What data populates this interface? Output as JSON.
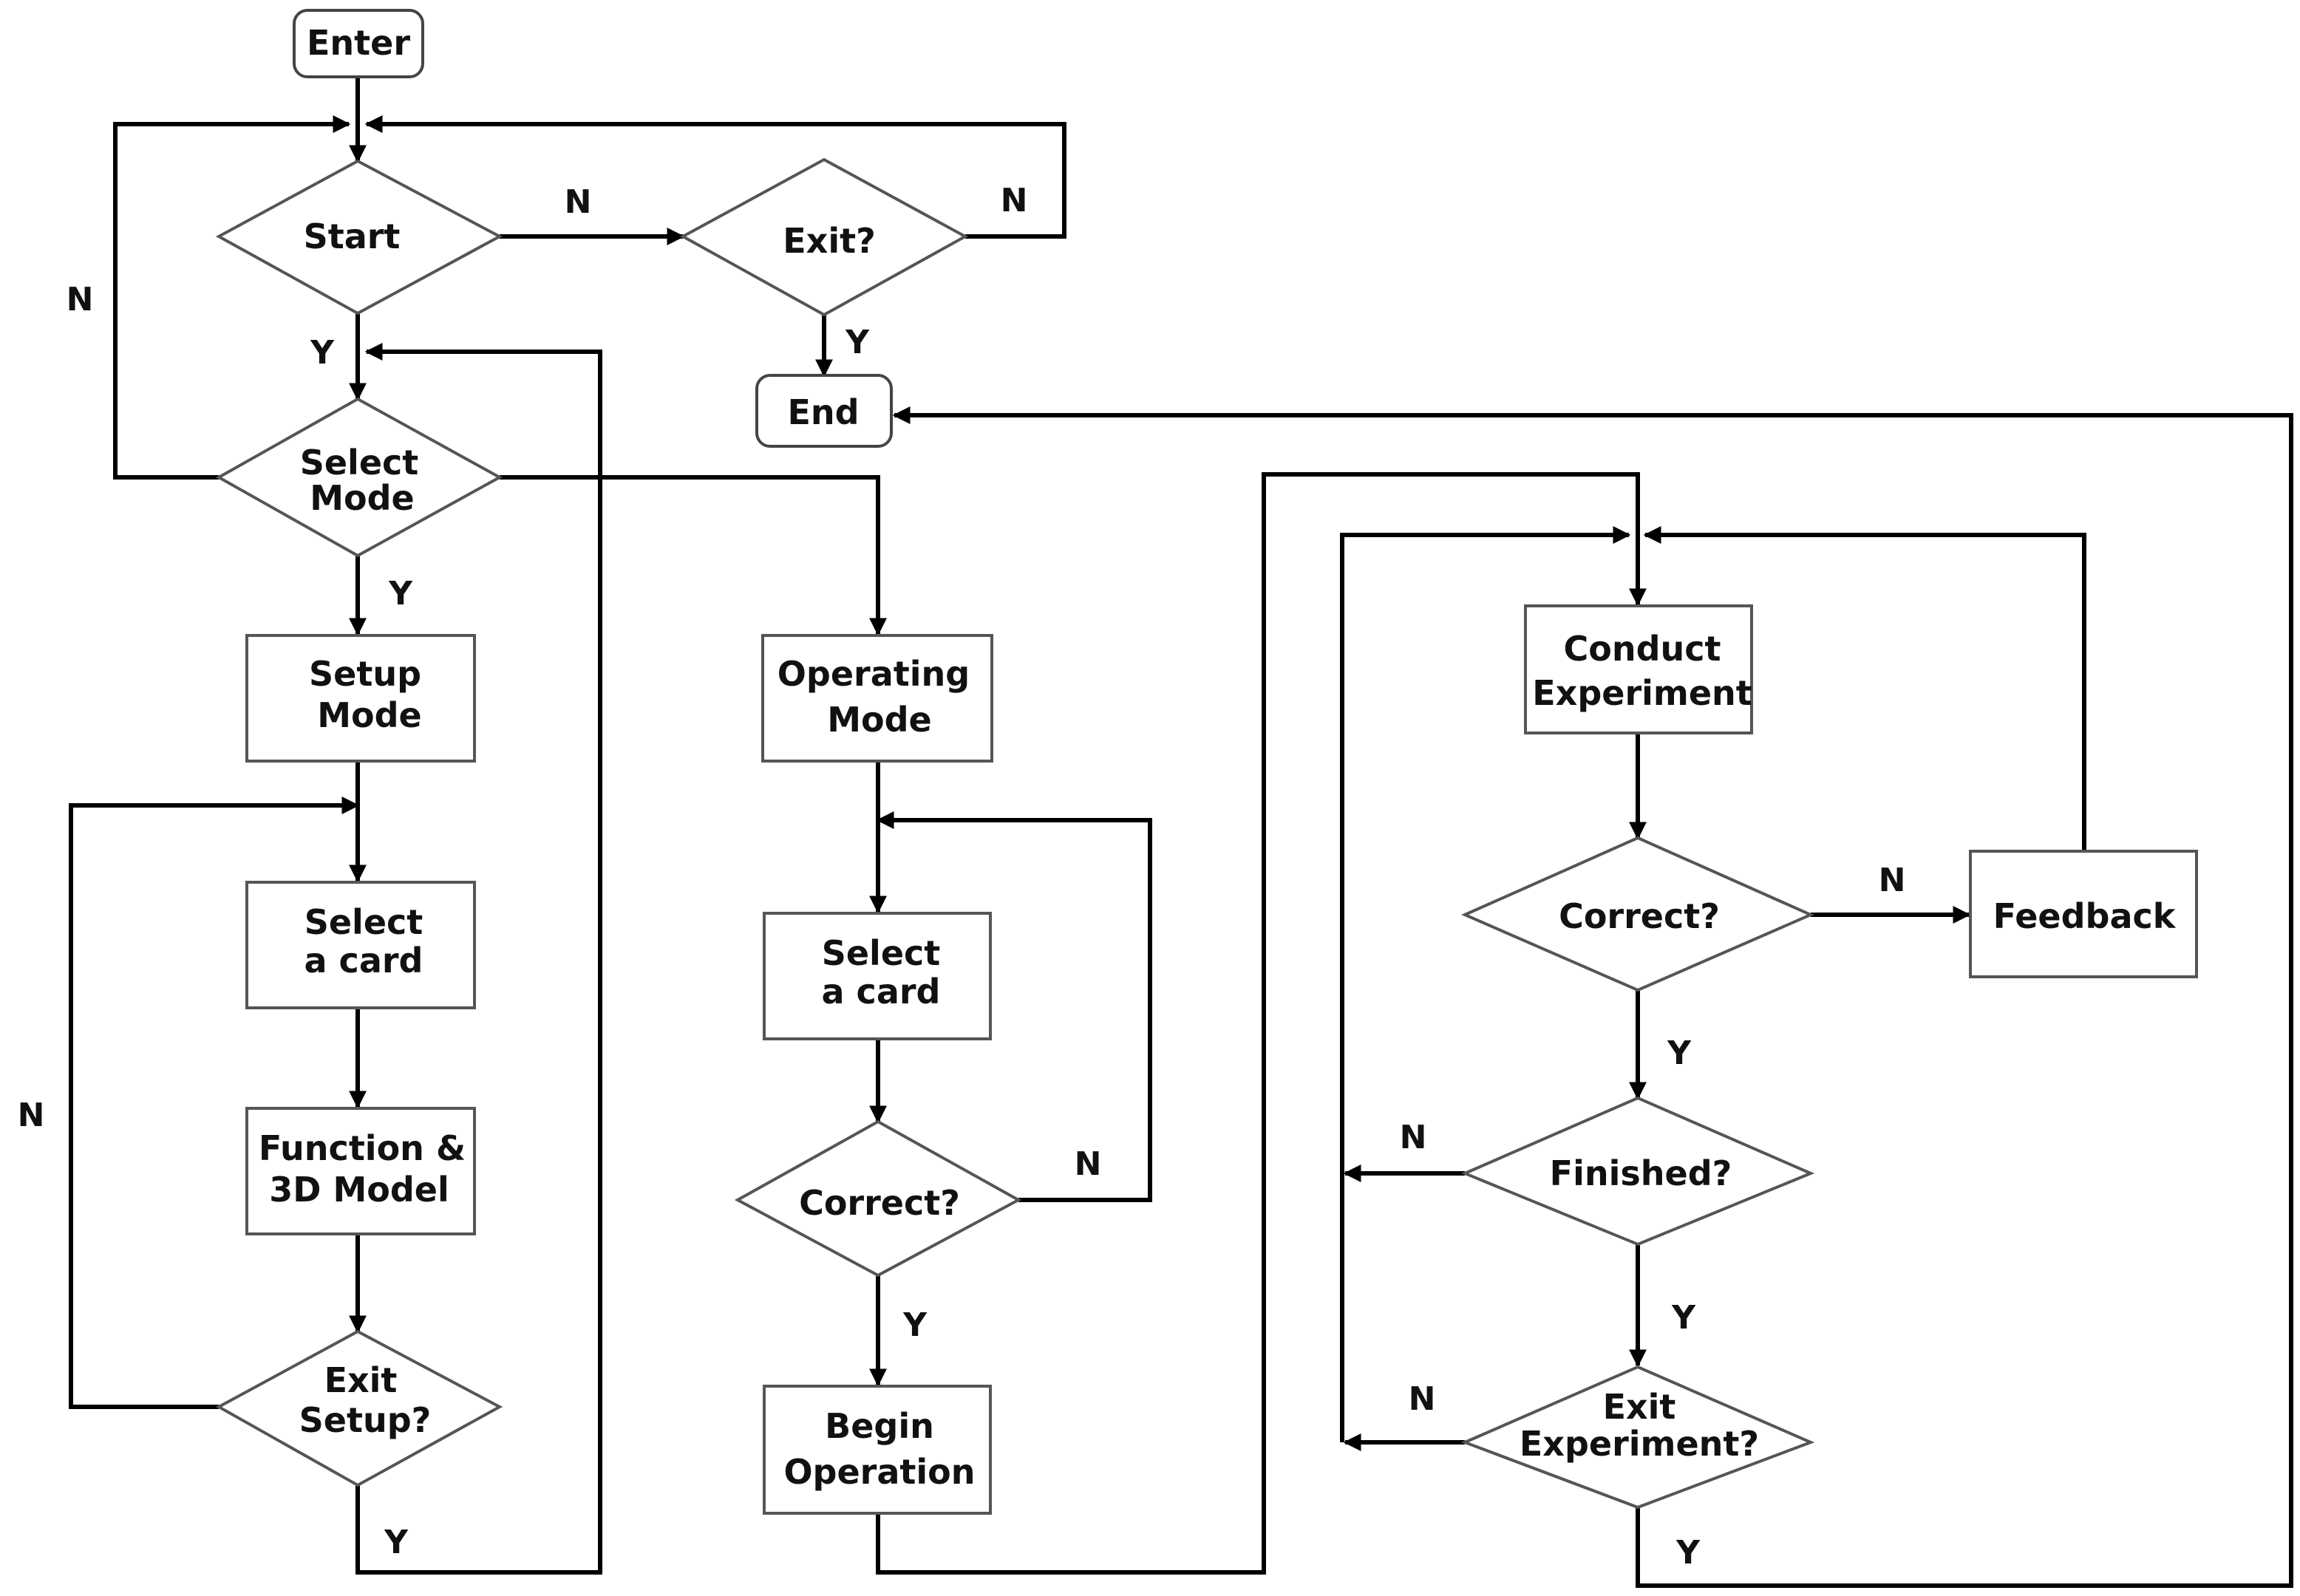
{
  "nodes": {
    "enter": "Enter",
    "start": "Start",
    "exit_q": "Exit?",
    "end": "End",
    "select_mode": [
      "Select",
      "Mode"
    ],
    "setup_mode": [
      "Setup",
      "Mode"
    ],
    "setup_select_card": [
      "Select",
      "a card"
    ],
    "function_3d": [
      "Function &",
      "3D Model"
    ],
    "exit_setup": [
      "Exit",
      "Setup?"
    ],
    "operating_mode": [
      "Operating",
      "Mode"
    ],
    "op_select_card": [
      "Select",
      "a card"
    ],
    "op_correct": "Correct?",
    "begin_operation": [
      "Begin",
      "Operation"
    ],
    "conduct_experiment": [
      "Conduct",
      "Experiment"
    ],
    "exp_correct": "Correct?",
    "feedback": "Feedback",
    "finished": "Finished?",
    "exit_experiment": [
      "Exit",
      "Experiment?"
    ]
  },
  "edge_labels": {
    "start_no": "N",
    "exit_no": "N",
    "select_mode_no": "N",
    "start_yes": "Y",
    "exit_yes": "Y",
    "select_mode_yes": "Y",
    "exit_setup_no": "N",
    "exit_setup_yes": "Y",
    "op_correct_no": "N",
    "op_correct_yes": "Y",
    "exp_correct_no": "N",
    "exp_correct_yes": "Y",
    "finished_no": "N",
    "finished_yes": "Y",
    "exit_experiment_no": "N",
    "exit_experiment_yes": "Y"
  }
}
